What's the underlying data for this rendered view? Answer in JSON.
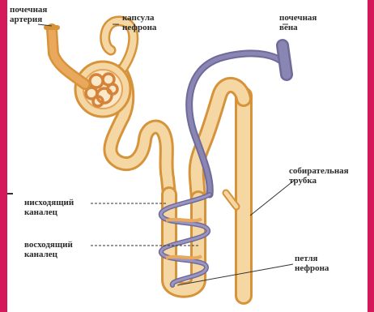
{
  "labels": {
    "renal_artery": [
      "почечная",
      "артерия"
    ],
    "nephron_capsule": [
      "капсула",
      "нефрона"
    ],
    "renal_vein": [
      "почечная",
      "вена"
    ],
    "collecting_duct": [
      "собирательная",
      "трубка"
    ],
    "descending_tubule": [
      "нисходящий",
      "каналец"
    ],
    "ascending_tubule": [
      "восходящий",
      "каналец"
    ],
    "nephron_loop": [
      "петля",
      "нефрона"
    ]
  },
  "colors": {
    "frame": "#d4185a",
    "tubule_fill": "#f5d7a4",
    "tubule_edge": "#d6933a",
    "artery": "#e9a85c",
    "vein": "#8a86b3",
    "leader_line": "#333333"
  }
}
